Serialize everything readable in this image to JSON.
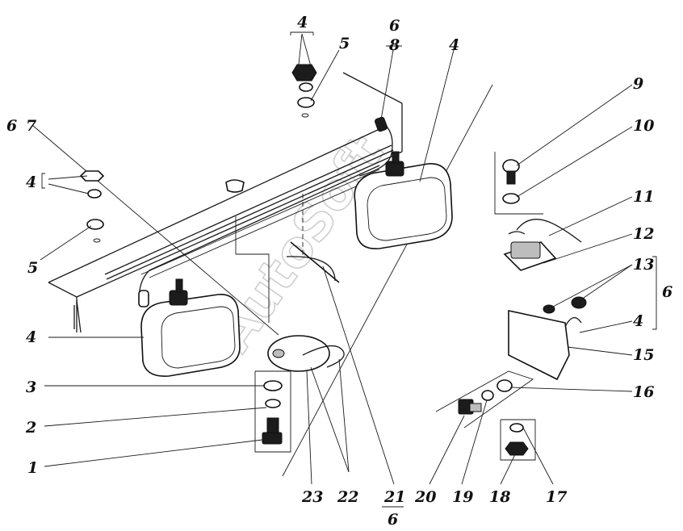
{
  "watermark": "AutoSoft",
  "labels": {
    "n1": "1",
    "n2": "2",
    "n3": "3",
    "n4_left": "4",
    "n4_upperleft": "4",
    "n4_topgroup": "4",
    "n4_topright": "4",
    "n4_right": "4",
    "n5_top": "5",
    "n5_left": "5",
    "n6_top": "6",
    "n8_top": "8",
    "n6_left": "6",
    "n7_left": "7",
    "n6_right": "6",
    "n9": "9",
    "n10": "10",
    "n11": "11",
    "n12": "12",
    "n13": "13",
    "n15": "15",
    "n16": "16",
    "n17": "17",
    "n18": "18",
    "n19": "19",
    "n20": "20",
    "n21": "21",
    "n6_bottom": "6",
    "n22": "22",
    "n23": "23"
  },
  "colors": {
    "ink": "#111111",
    "paper": "#ffffff",
    "watermark": "#cfcfcf"
  }
}
